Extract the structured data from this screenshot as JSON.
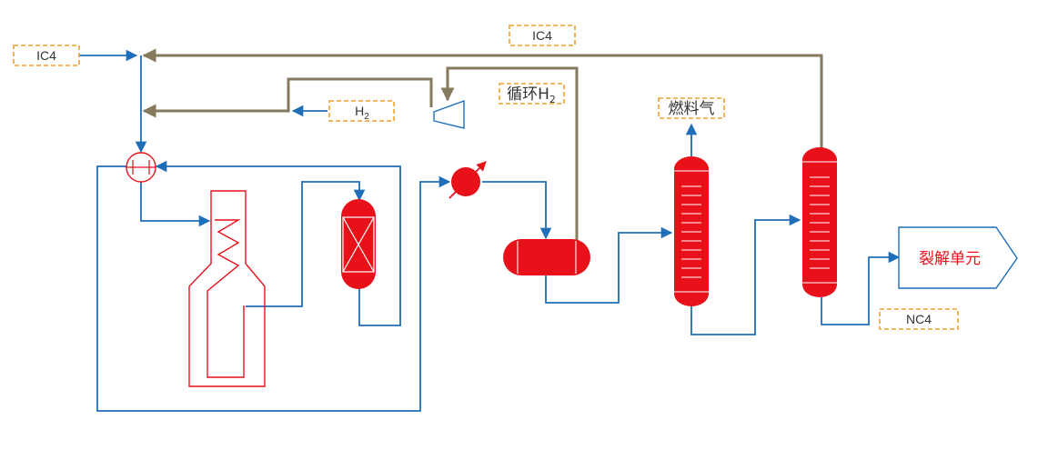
{
  "labels": {
    "ic4_feed": "IC4",
    "ic4_recycle": "IC4",
    "h2_makeup_base": "H",
    "h2_makeup_sub": "2",
    "recycle_h2_base": "循环H",
    "recycle_h2_sub": "2",
    "fuel_gas": "燃料气",
    "nc4": "NC4",
    "cracking_unit": "裂解单元"
  },
  "colors": {
    "process_line": "#1f6fb8",
    "recycle_line": "#857a5e",
    "equipment": "#e8111a",
    "label_border": "#f0a030"
  }
}
